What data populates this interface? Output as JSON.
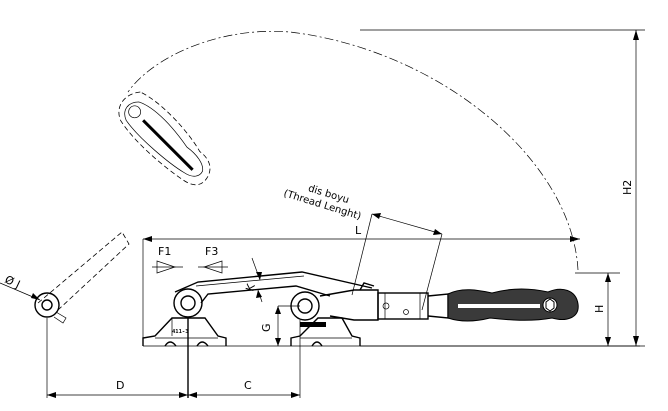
{
  "labels": {
    "F1": "F1",
    "F3": "F3",
    "L": "L",
    "K": "K",
    "G": "G",
    "H": "H",
    "H2": "H2",
    "C": "C",
    "D": "D",
    "phiJ": "Ø J"
  },
  "thread_note": {
    "line1": "dis boyu",
    "line2": "(Thread Lenght)"
  },
  "part_marks": {
    "base_left": "411-3"
  }
}
